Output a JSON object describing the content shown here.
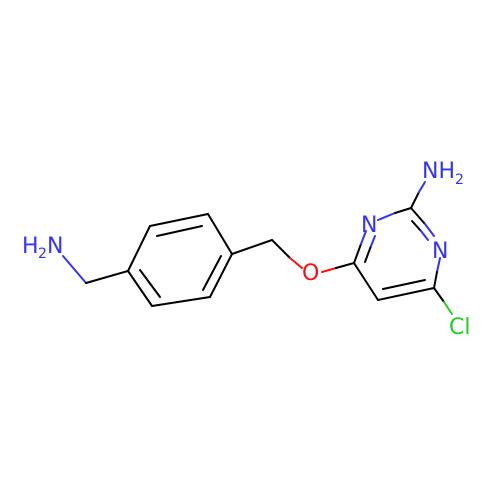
{
  "molecule": {
    "colors": {
      "carbon": "#000000",
      "nitrogen": "#3333ff",
      "oxygen": "#ff0d0d",
      "chlorine": "#1fd01f"
    },
    "labels": {
      "amine_left_main": "H",
      "amine_left_sub": "2",
      "amine_left_n": "N",
      "amine_right_n": "NH",
      "amine_right_sub": "2",
      "ring_n_top": "N",
      "ring_n_right": "N",
      "oxygen": "O",
      "chlorine": "Cl"
    }
  }
}
